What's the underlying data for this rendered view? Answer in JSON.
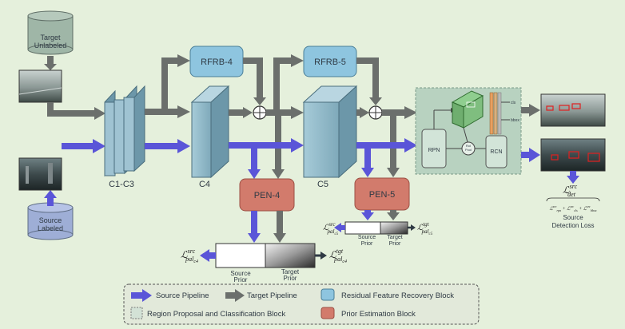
{
  "palette": {
    "background": "#e5f0dc",
    "source_arrow": "#5a55d8",
    "target_arrow": "#6b6f6c",
    "rfrb_fill": "#8ec5df",
    "pen_fill": "#d27b6c",
    "backbone_fill": "#8fb8c8",
    "rpc_block": "#b8d2c0"
  },
  "inputs": {
    "target_db": "Target Unlabeled",
    "source_db": "Source Labeled"
  },
  "backbone": {
    "c1c3": "C1-C3",
    "c4": "C4",
    "c5": "C5"
  },
  "blocks": {
    "rfrb4": "RFRB-4",
    "rfrb5": "RFRB-5",
    "pen4": "PEN-4",
    "pen5": "PEN-5"
  },
  "rpc": {
    "rpn": "RPN",
    "roi_pool": "RoI Pool",
    "rcn": "RCN",
    "cls": "cls",
    "bbox": "bbox"
  },
  "priors": {
    "source_prior": "Source Prior",
    "target_prior": "Target Prior"
  },
  "losses": {
    "L_src_pal_c4": "L^src_pal_c4",
    "L_tgt_pal_c4": "L^tgt_pal_c4",
    "L_src_pal_c5": "L^src_pal_c5",
    "L_tgt_pal_c5": "L^tgt_pal_c5",
    "L_src_det": "L^src_det",
    "det_sum": "L^src_rpn + L^src_cls + L^src_bbox",
    "source_detection_loss": "Source Detection Loss"
  },
  "legend": {
    "source_pipeline": "Source Pipeline",
    "target_pipeline": "Target Pipeline",
    "rfrb": "Residual Feature Recovery Block",
    "rpc": "Region Proposal and Classification Block",
    "pen": "Prior Estimation Block"
  }
}
